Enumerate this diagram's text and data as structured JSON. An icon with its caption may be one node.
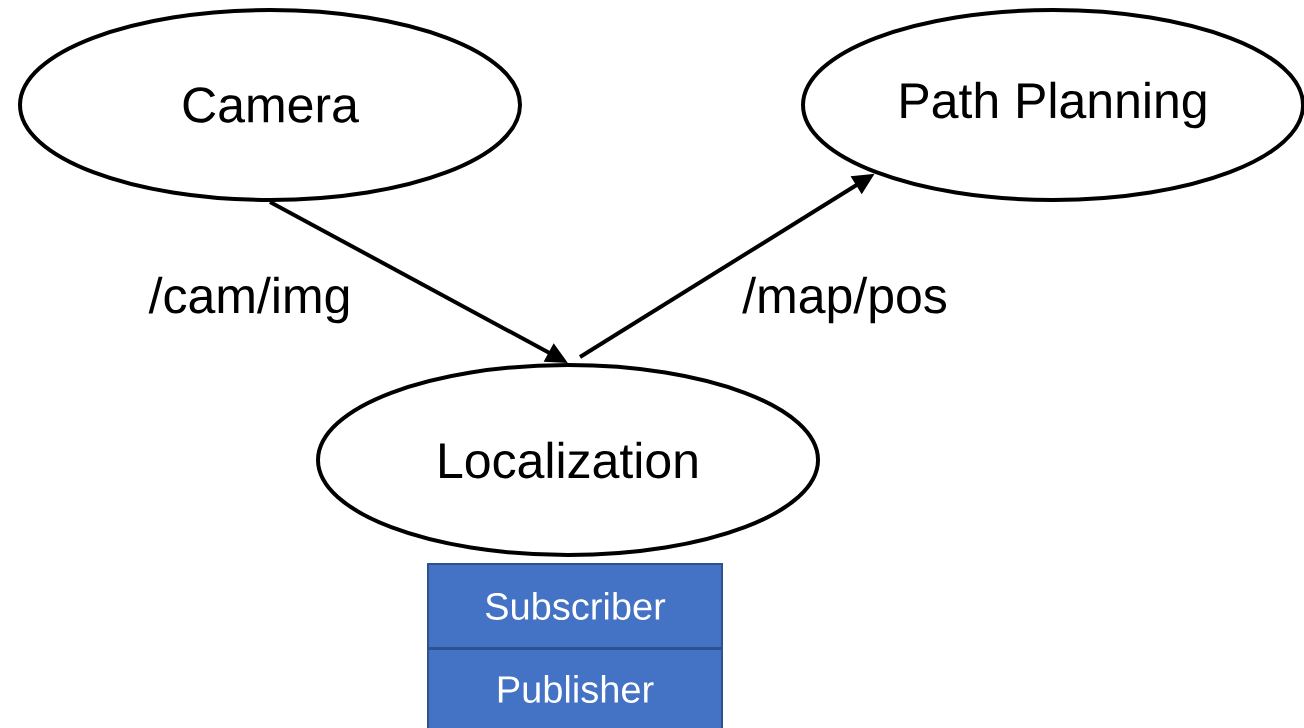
{
  "diagram": {
    "nodes": [
      {
        "text": [
          "Camera"
        ]
      },
      {
        "text": [
          "Path Planning"
        ]
      },
      {
        "text": [
          "Localization"
        ]
      },
      {
        "text": [
          "Subscriber"
        ]
      },
      {
        "text": [
          "Publisher"
        ]
      }
    ],
    "edges": [
      {
        "from": 0,
        "to": 2,
        "arrow": "to",
        "label": "/cam/img"
      },
      {
        "from": 2,
        "to": 1,
        "arrow": "to",
        "label": "/map/pos"
      }
    ]
  }
}
